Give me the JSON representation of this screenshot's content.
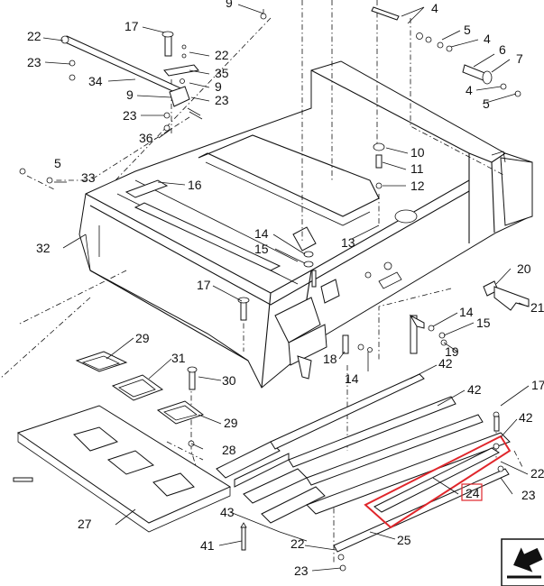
{
  "diagram": {
    "labels": {
      "p4a": "4",
      "p4b": "4",
      "p4c": "4",
      "p5a": "5",
      "p5b": "5",
      "p5c": "5",
      "p6": "6",
      "p7": "7",
      "p9a": "9",
      "p9b": "9",
      "p9c": "9",
      "p10": "10",
      "p11": "11",
      "p12": "12",
      "p13": "13",
      "p14a": "14",
      "p14b": "14",
      "p14c": "14",
      "p15a": "15",
      "p15b": "15",
      "p16": "16",
      "p17a": "17",
      "p17b": "17",
      "p17c": "17",
      "p18": "18",
      "p19": "19",
      "p20": "20",
      "p21": "21",
      "p22a": "22",
      "p22b": "22",
      "p22c": "22",
      "p22d": "22",
      "p23a": "23",
      "p23b": "23",
      "p23c": "23",
      "p23d": "23",
      "p23e": "23",
      "p24": "24",
      "p25": "25",
      "p27": "27",
      "p28": "28",
      "p29a": "29",
      "p29b": "29",
      "p30": "30",
      "p31": "31",
      "p32": "32",
      "p33": "33",
      "p34": "34",
      "p35": "35",
      "p36": "36",
      "p41": "41",
      "p42a": "42",
      "p42b": "42",
      "p42c": "42",
      "p43": "43"
    },
    "highlight_color": "#e0262b",
    "nav_icon": "next-page-arrow-icon"
  }
}
